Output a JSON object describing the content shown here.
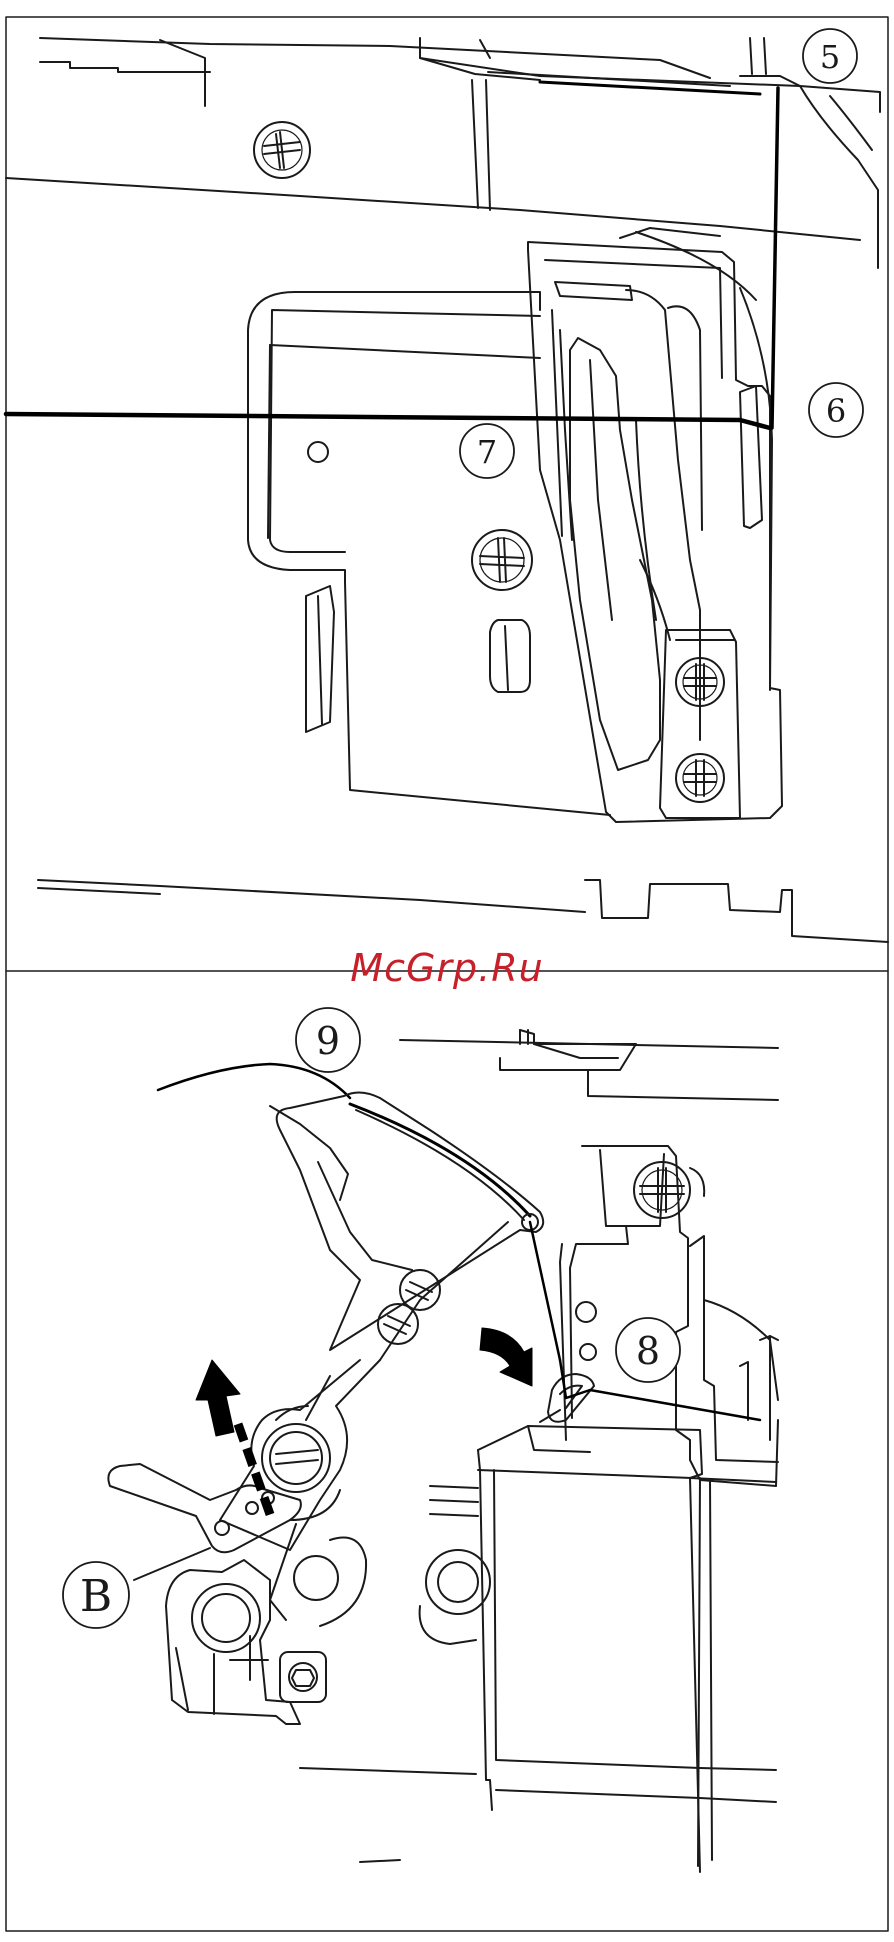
{
  "watermark": {
    "text": "McGrp.Ru",
    "color": "#c8202a"
  },
  "callouts": {
    "five": "5",
    "six": "6",
    "seven": "7",
    "eight": "8",
    "nine": "9",
    "b": "B"
  },
  "colors": {
    "line": "#1a1a1a",
    "thread": "#000000",
    "background": "#ffffff"
  }
}
